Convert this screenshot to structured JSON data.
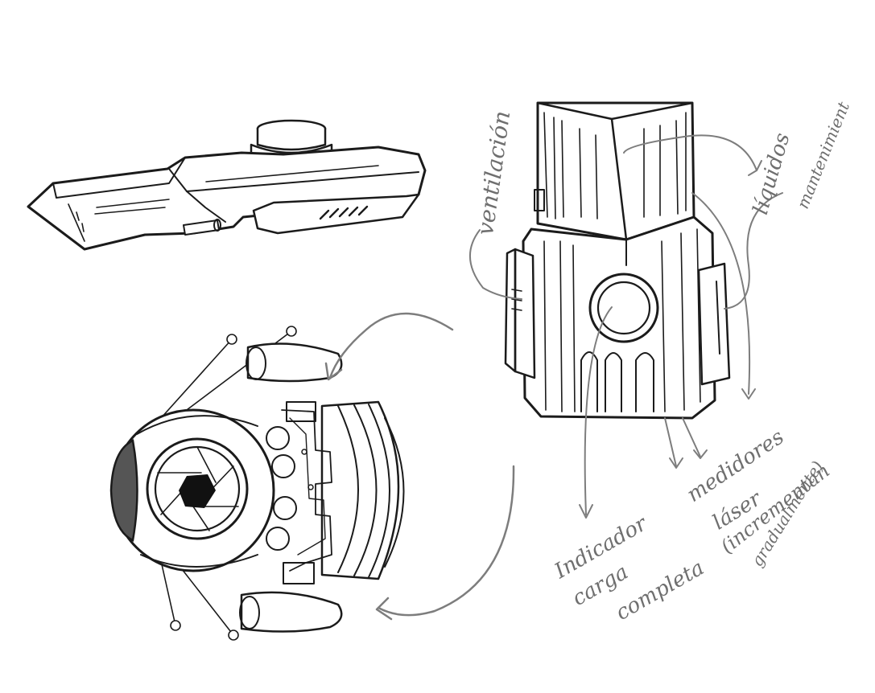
{
  "sheet": {
    "annotations": {
      "ventilacion": "ventilación",
      "liquidos": "líquidos",
      "mantenimiento": "mantenimient",
      "medidores": "medidores",
      "laser": "láser",
      "incrementan": "(incrementan",
      "gradualmente": "gradualmente)",
      "indicador": "Indicador",
      "carga": "carga",
      "completa": "completa"
    },
    "colors": {
      "ink": "#1b1b1b",
      "annotation": "#6f6f6f",
      "paper": "#ffffff",
      "lens": "#555555",
      "iris": "#111111"
    }
  }
}
